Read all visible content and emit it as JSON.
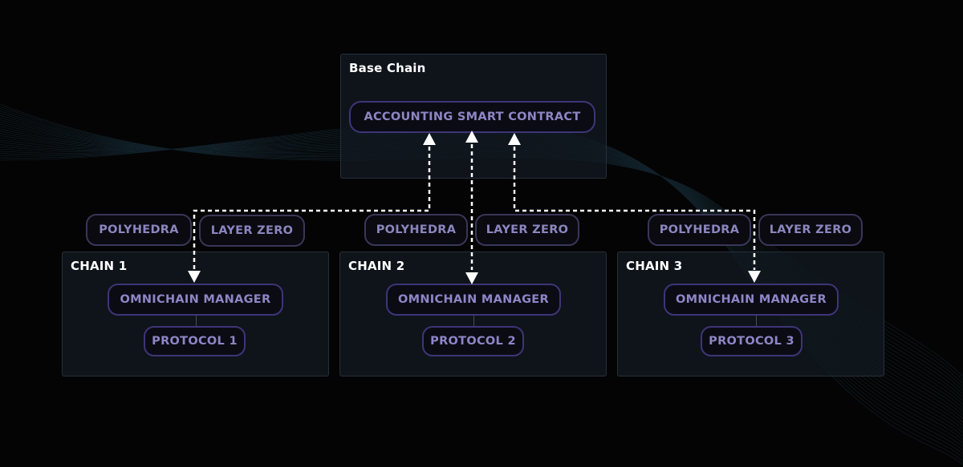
{
  "base": {
    "title": "Base Chain",
    "contract": "ACCOUNTING SMART CONTRACT"
  },
  "chains": [
    {
      "title": "CHAIN 1",
      "manager": "OMNICHAIN MANAGER",
      "protocol": "PROTOCOL 1",
      "bridges": [
        "POLYHEDRA",
        "LAYER ZERO"
      ]
    },
    {
      "title": "CHAIN 2",
      "manager": "OMNICHAIN MANAGER",
      "protocol": "PROTOCOL 2",
      "bridges": [
        "POLYHEDRA",
        "LAYER ZERO"
      ]
    },
    {
      "title": "CHAIN 3",
      "manager": "OMNICHAIN MANAGER",
      "protocol": "PROTOCOL 3",
      "bridges": [
        "POLYHEDRA",
        "LAYER ZERO"
      ]
    }
  ],
  "colors": {
    "background": "#040404",
    "pill_border": "#3e3578",
    "pill_text": "#8d86c6",
    "arrow": "#ffffff"
  }
}
